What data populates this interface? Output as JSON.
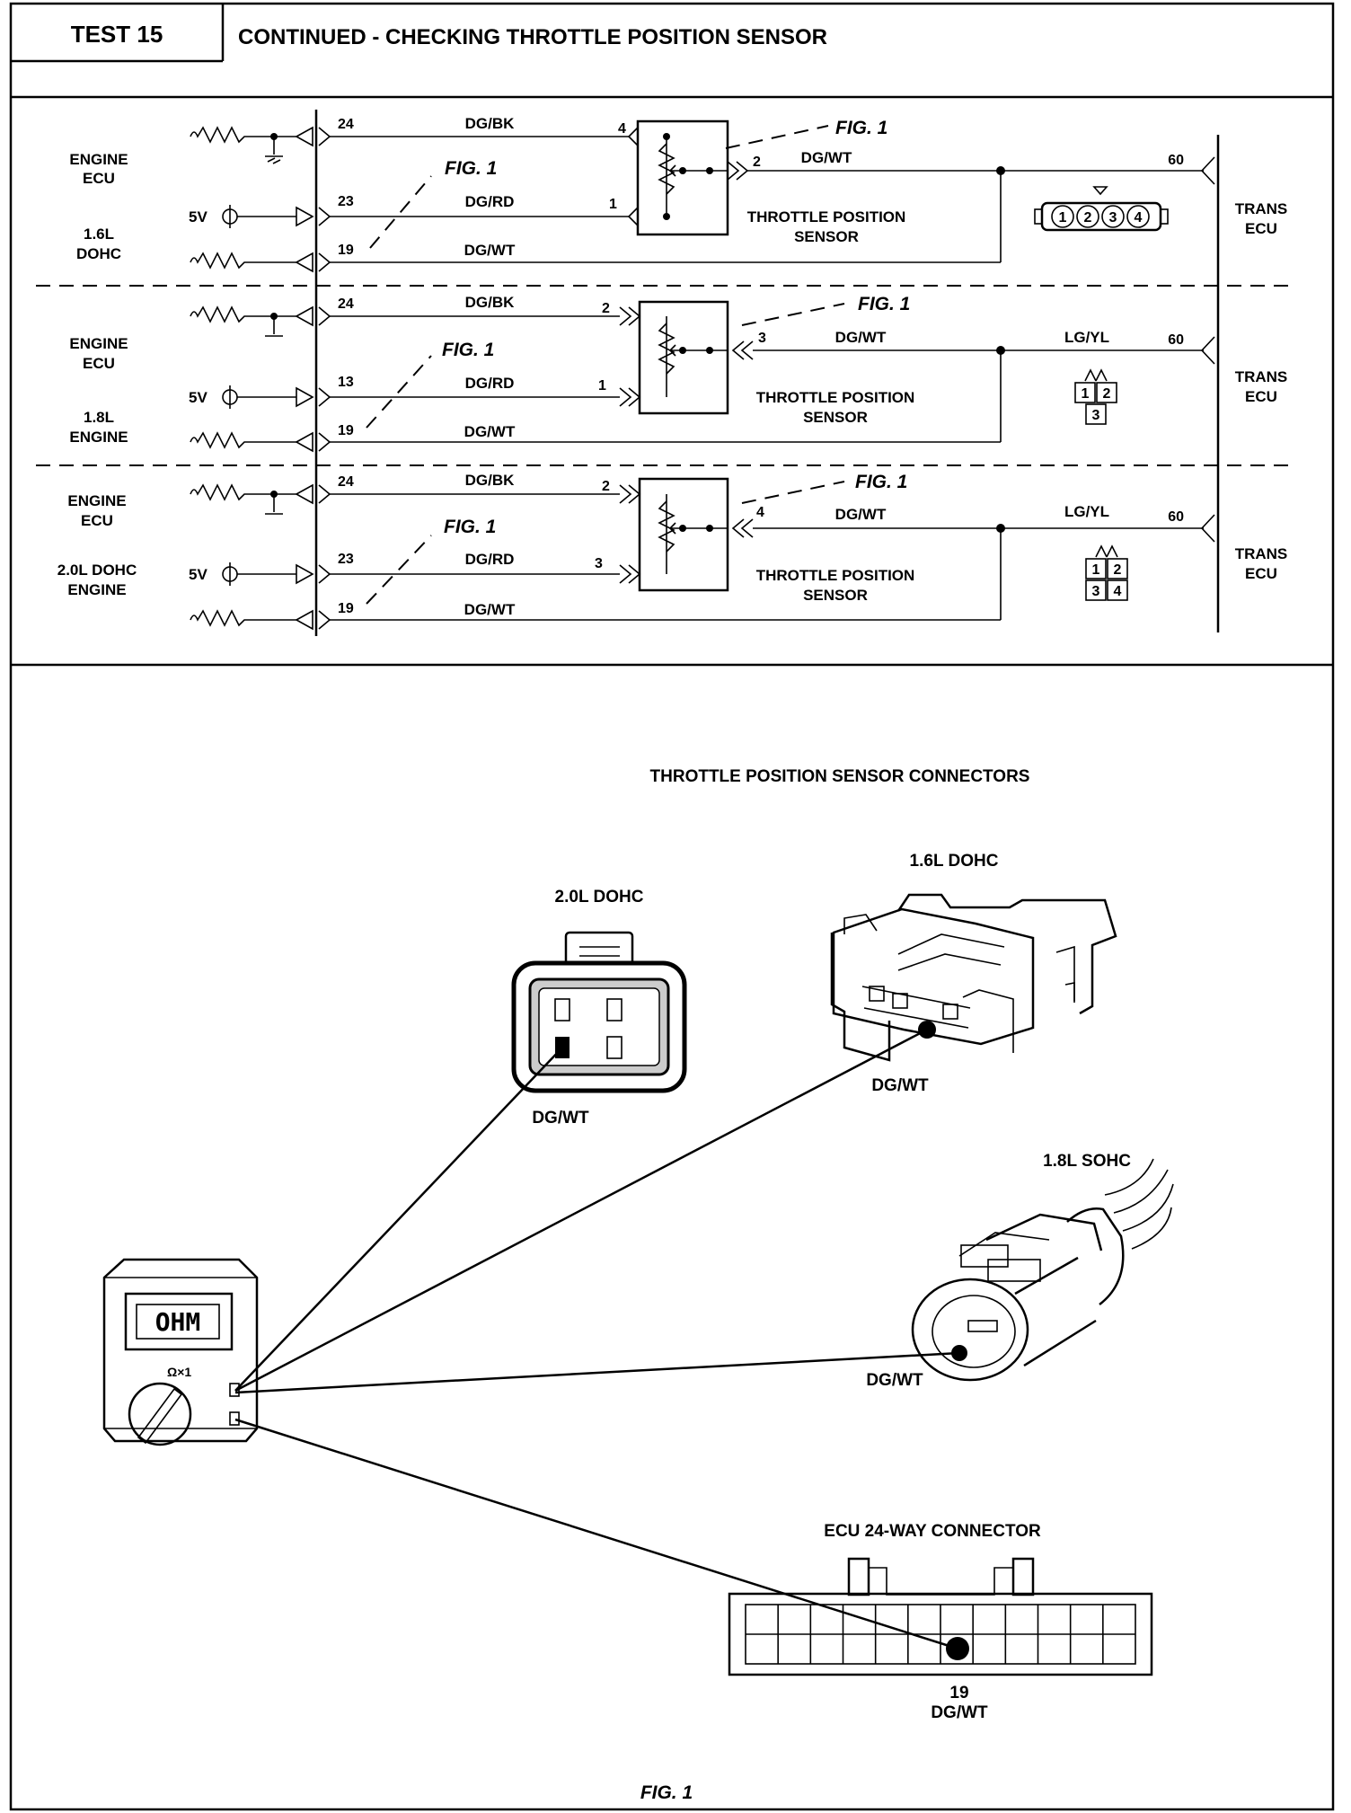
{
  "header": {
    "test": "TEST 15",
    "title": "CONTINUED - CHECKING THROTTLE POSITION SENSOR"
  },
  "schematic": {
    "fig_ref": "FIG. 1",
    "voltage": "5V",
    "sections": [
      {
        "engine_label_1": "ENGINE",
        "engine_label_2": "ECU",
        "engine_label_3": "1.6L",
        "engine_label_4": "DOHC",
        "pins": [
          "24",
          "23",
          "19"
        ],
        "wires": [
          "DG/BK",
          "DG/RD",
          "DG/WT"
        ],
        "sensor_pins": [
          "4",
          "1",
          "2"
        ],
        "signal_wire": "DG/WT",
        "trans_wire": "",
        "trans_pin": "60",
        "sensor_label_1": "THROTTLE POSITION",
        "sensor_label_2": "SENSOR",
        "trans_label_1": "TRANS",
        "trans_label_2": "ECU",
        "connector_pins": [
          "1",
          "2",
          "3",
          "4"
        ]
      },
      {
        "engine_label_1": "ENGINE",
        "engine_label_2": "ECU",
        "engine_label_3": "1.8L",
        "engine_label_4": "ENGINE",
        "pins": [
          "24",
          "13",
          "19"
        ],
        "wires": [
          "DG/BK",
          "DG/RD",
          "DG/WT"
        ],
        "sensor_pins": [
          "2",
          "1",
          "3"
        ],
        "signal_wire": "DG/WT",
        "trans_wire": "LG/YL",
        "trans_pin": "60",
        "sensor_label_1": "THROTTLE POSITION",
        "sensor_label_2": "SENSOR",
        "trans_label_1": "TRANS",
        "trans_label_2": "ECU",
        "connector_pins": [
          "1",
          "2",
          "3"
        ]
      },
      {
        "engine_label_1": "ENGINE",
        "engine_label_2": "ECU",
        "engine_label_3": "2.0L DOHC",
        "engine_label_4": "ENGINE",
        "pins": [
          "24",
          "23",
          "19"
        ],
        "wires": [
          "DG/BK",
          "DG/RD",
          "DG/WT"
        ],
        "sensor_pins": [
          "2",
          "3",
          "4"
        ],
        "signal_wire": "DG/WT",
        "trans_wire": "LG/YL",
        "trans_pin": "60",
        "sensor_label_1": "THROTTLE POSITION",
        "sensor_label_2": "SENSOR",
        "trans_label_1": "TRANS",
        "trans_label_2": "ECU",
        "connector_pins": [
          "1",
          "2",
          "3",
          "4"
        ]
      }
    ]
  },
  "figure": {
    "title": "THROTTLE POSITION SENSOR CONNECTORS",
    "conn_20": "2.0L DOHC",
    "conn_16": "1.6L DOHC",
    "conn_18": "1.8L SOHC",
    "conn_ecu": "ECU 24-WAY CONNECTOR",
    "wire_label": "DG/WT",
    "ecu_pin": "19",
    "meter_display": "OHM",
    "meter_range": "Ω×1",
    "caption": "FIG. 1"
  }
}
